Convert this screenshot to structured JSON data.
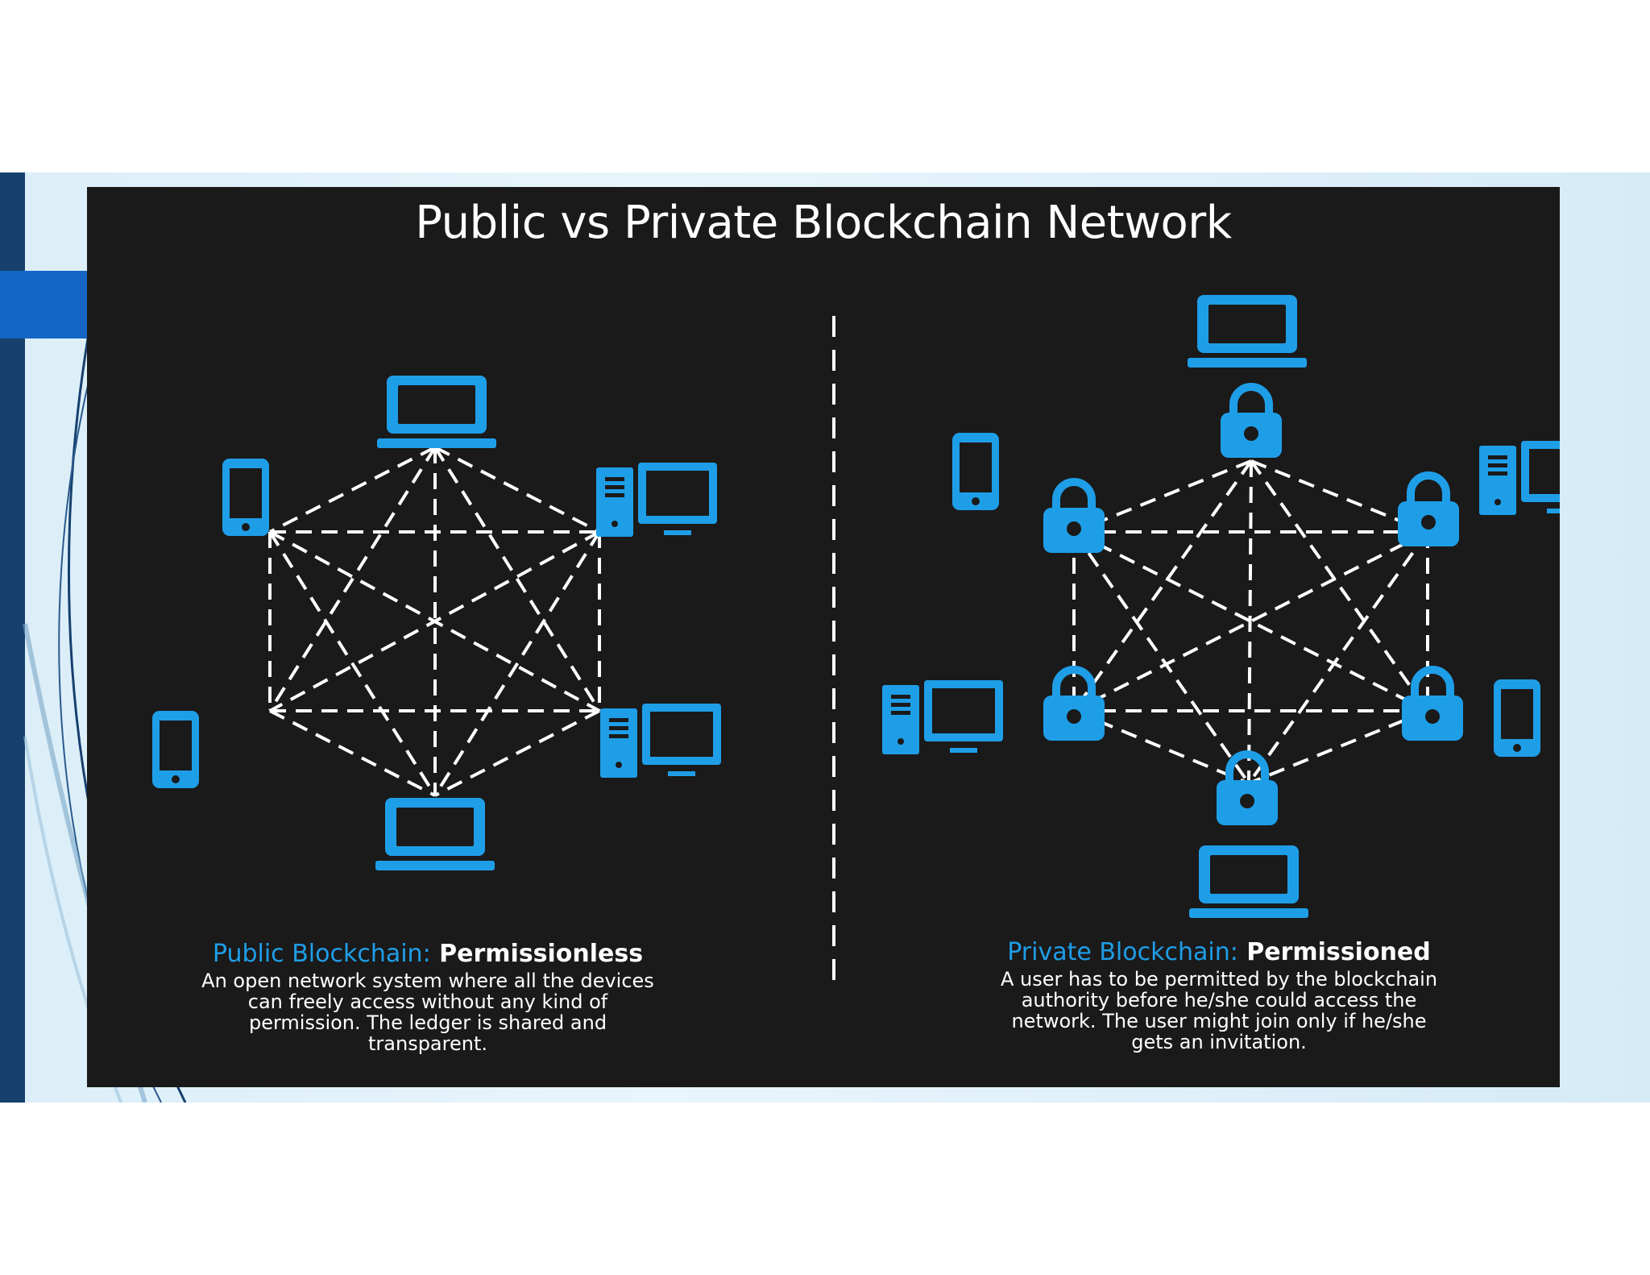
{
  "title": "Public vs Private Blockchain Network",
  "colors": {
    "panel_background": "#1a1a1a",
    "device_blue": "#1f9ee8",
    "link_lines": "#ffffff",
    "slide_dark_bar": "#17406e",
    "slide_accent_bar": "#1566c4"
  },
  "public": {
    "heading_colored": "Public Blockchain:",
    "heading_bold": "Permissionless",
    "description": "An open network system where all the devices can freely access without any kind of permission. The ledger is shared and transparent.",
    "devices": [
      "laptop-icon",
      "phone-icon",
      "desktop-icon",
      "phone-icon",
      "desktop-icon",
      "laptop-icon"
    ]
  },
  "private": {
    "heading_colored": "Private Blockchain:",
    "heading_bold": "Permissioned",
    "description": "A user has to be permitted by the blockchain authority before he/she could access the network. The user might join only if he/she gets an invitation.",
    "devices": [
      "laptop-icon",
      "phone-icon",
      "desktop-icon",
      "desktop-icon",
      "phone-icon",
      "laptop-icon"
    ],
    "locks": [
      "lock-icon",
      "lock-icon",
      "lock-icon",
      "lock-icon",
      "lock-icon",
      "lock-icon"
    ]
  }
}
